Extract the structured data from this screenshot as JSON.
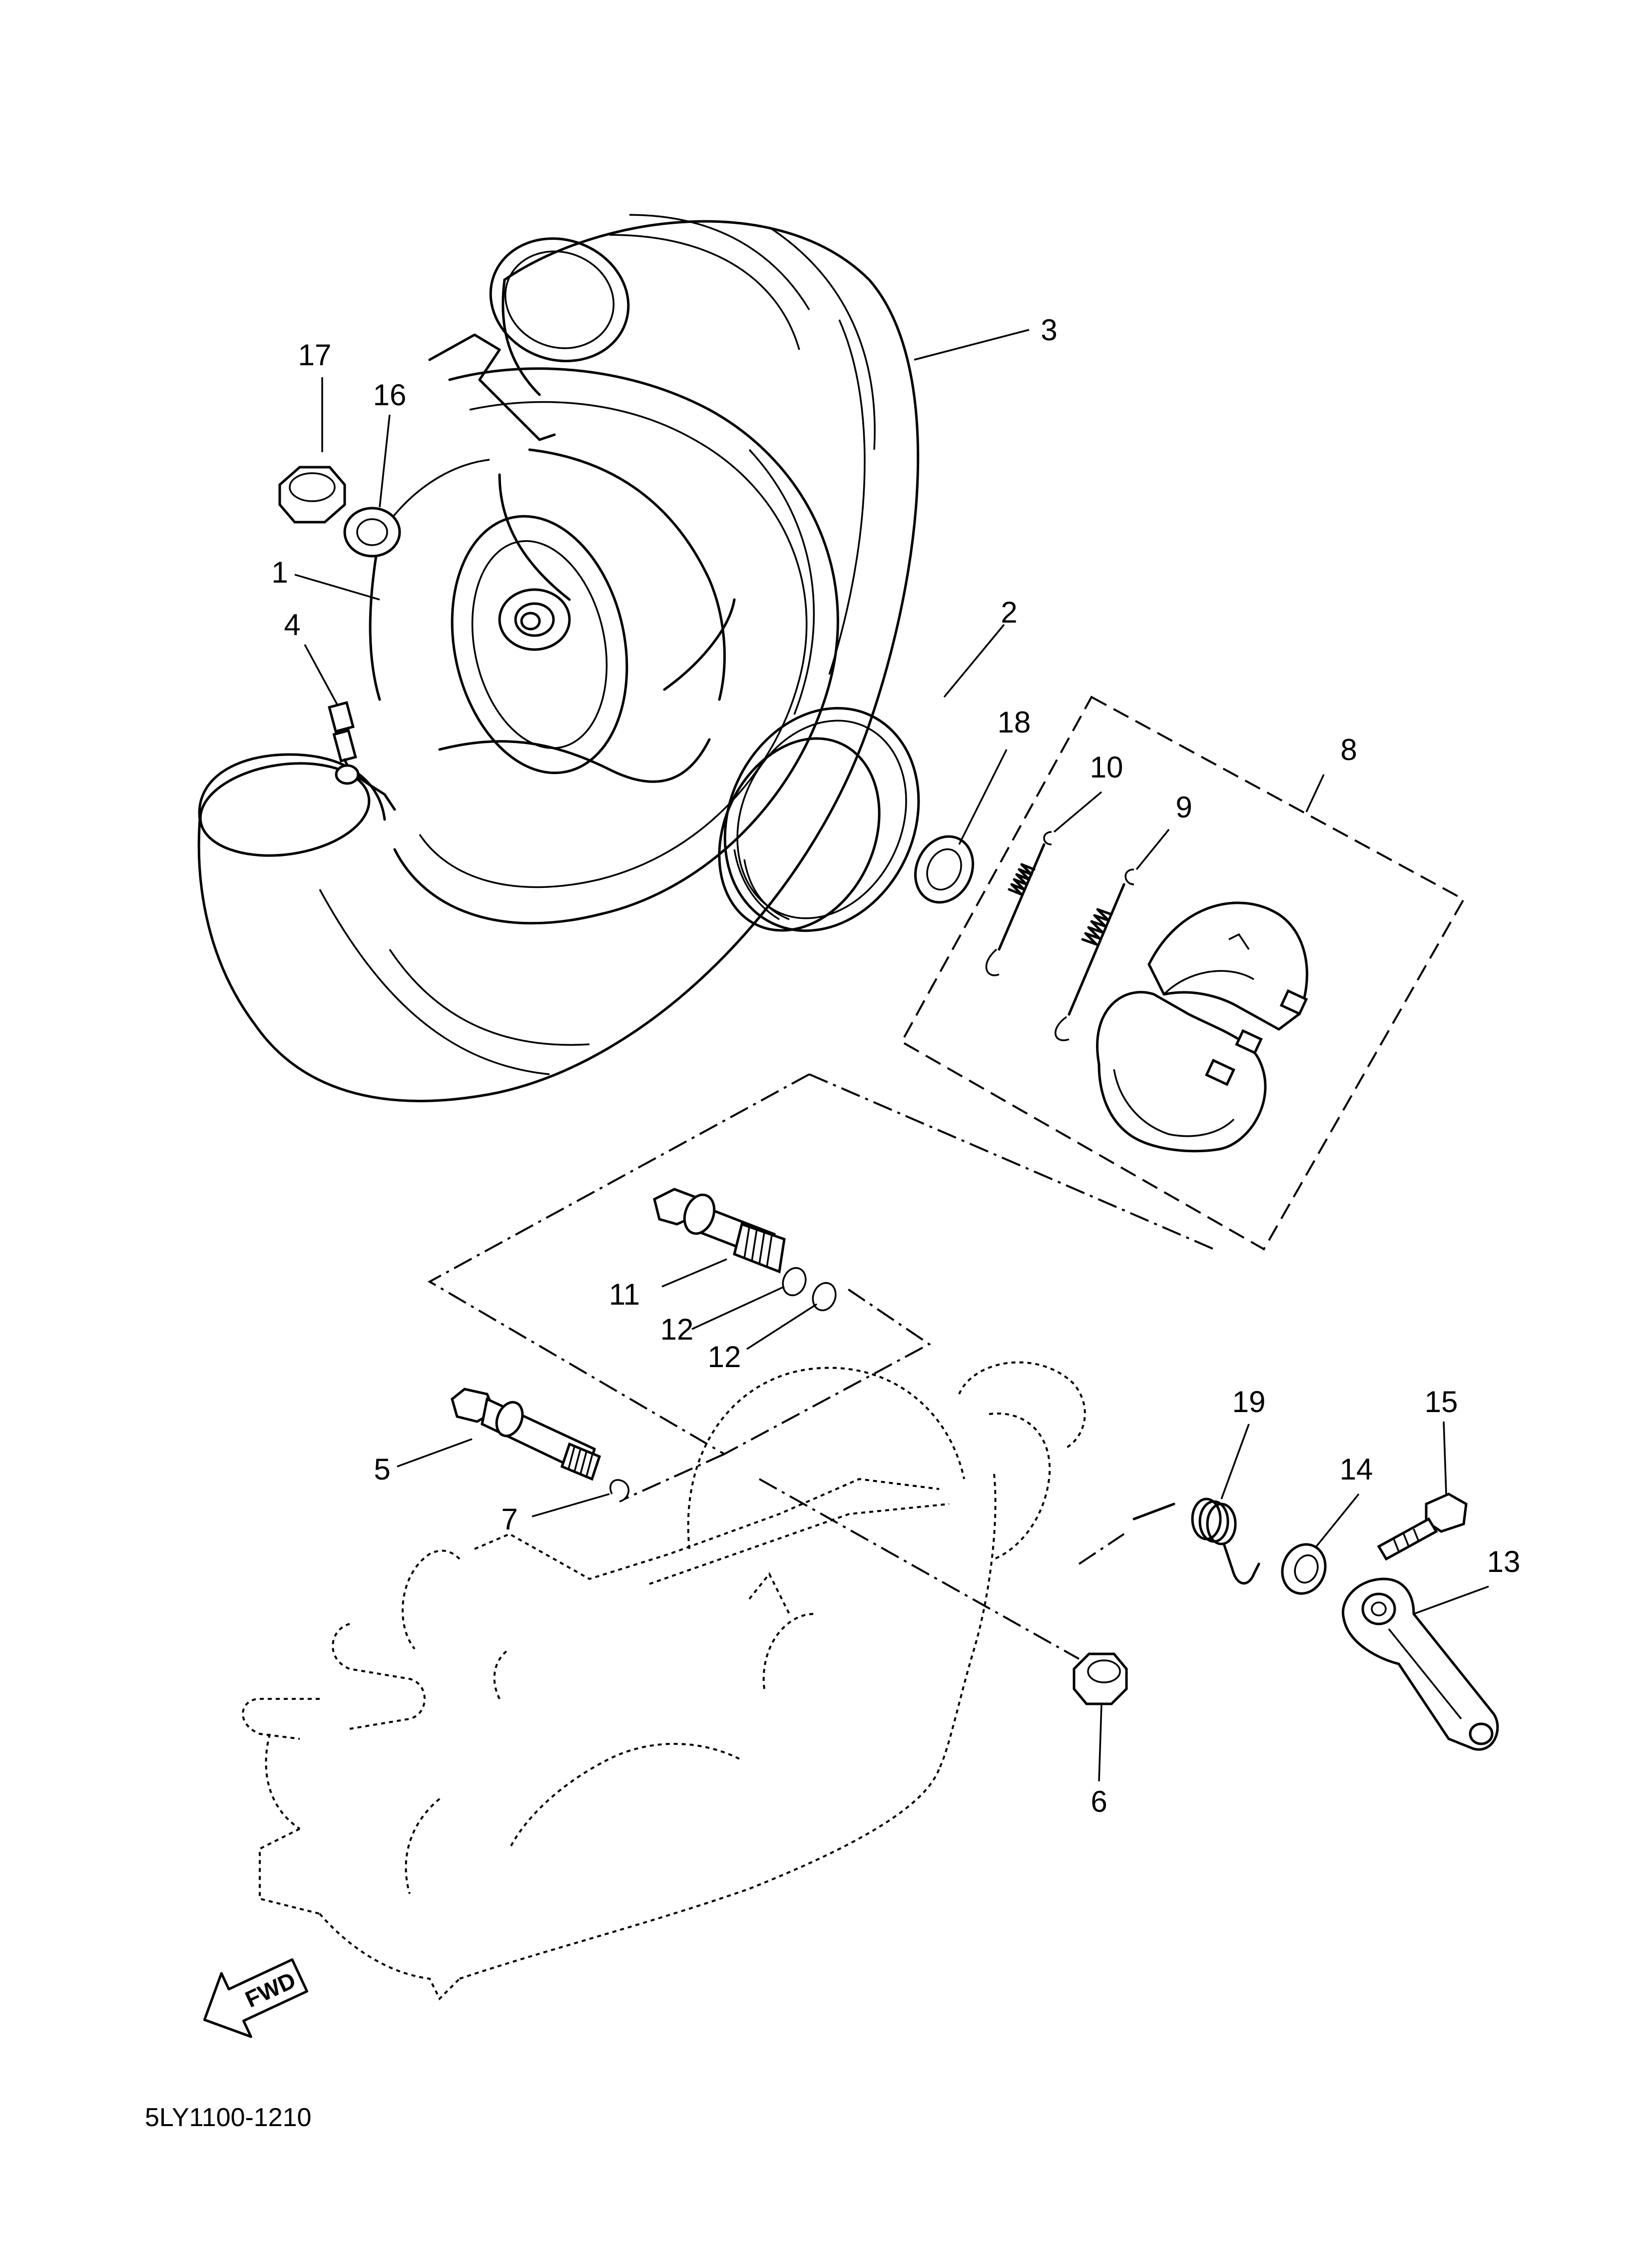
{
  "diagram": {
    "part_code": "5LY1100-1210",
    "fwd_label": "FWD",
    "callouts": [
      {
        "id": "p1",
        "label": "1"
      },
      {
        "id": "p2",
        "label": "2"
      },
      {
        "id": "p3",
        "label": "3"
      },
      {
        "id": "p4",
        "label": "4"
      },
      {
        "id": "p5",
        "label": "5"
      },
      {
        "id": "p6",
        "label": "6"
      },
      {
        "id": "p7",
        "label": "7"
      },
      {
        "id": "p8",
        "label": "8"
      },
      {
        "id": "p9",
        "label": "9"
      },
      {
        "id": "p10",
        "label": "10"
      },
      {
        "id": "p11",
        "label": "11"
      },
      {
        "id": "p12a",
        "label": "12"
      },
      {
        "id": "p12b",
        "label": "12"
      },
      {
        "id": "p13",
        "label": "13"
      },
      {
        "id": "p14",
        "label": "14"
      },
      {
        "id": "p15",
        "label": "15"
      },
      {
        "id": "p16",
        "label": "16"
      },
      {
        "id": "p17",
        "label": "17"
      },
      {
        "id": "p18",
        "label": "18"
      },
      {
        "id": "p19",
        "label": "19"
      }
    ]
  }
}
